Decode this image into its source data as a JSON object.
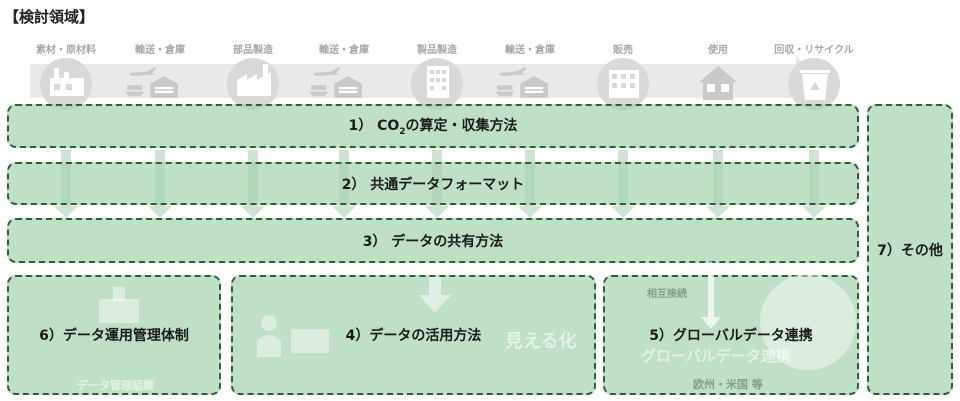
{
  "title": "【検討領域】",
  "stages": [
    {
      "label": "素材・原材料",
      "icon": "factory-icon"
    },
    {
      "label": "輸送・倉庫",
      "icon": "plane-ship-warehouse-icon"
    },
    {
      "label": "部品製造",
      "icon": "factory-icon"
    },
    {
      "label": "輸送・倉庫",
      "icon": "plane-ship-warehouse-icon"
    },
    {
      "label": "製品製造",
      "icon": "building-icon"
    },
    {
      "label": "輸送・倉庫",
      "icon": "plane-ship-warehouse-icon"
    },
    {
      "label": "販売",
      "icon": "store-icon"
    },
    {
      "label": "使用",
      "icon": "house-icon"
    },
    {
      "label": "回収・リサイクル",
      "icon": "recycle-bin-icon"
    }
  ],
  "areas": {
    "a1": {
      "prefix": "1） CO",
      "sub": "2",
      "suffix": "の算定・収集方法"
    },
    "a2": "2） 共通データフォーマット",
    "a3": "3）  データの共有方法",
    "a4": "4）データの活用方法",
    "a5": "5）グローバルデータ連携",
    "a6": "6）データ運用管理体制",
    "a7": "7）その他"
  },
  "background_text": {
    "visualize": "見える化",
    "interconnect": "相互接続",
    "global_link": "グローバルデータ連携",
    "regions": "欧州・米国 等",
    "data_org": "データ管理組織"
  },
  "colors": {
    "box_fill": "#a8d3b2",
    "box_border": "#2f5f3a",
    "stage_icon_gray": "#c9c9c9"
  }
}
